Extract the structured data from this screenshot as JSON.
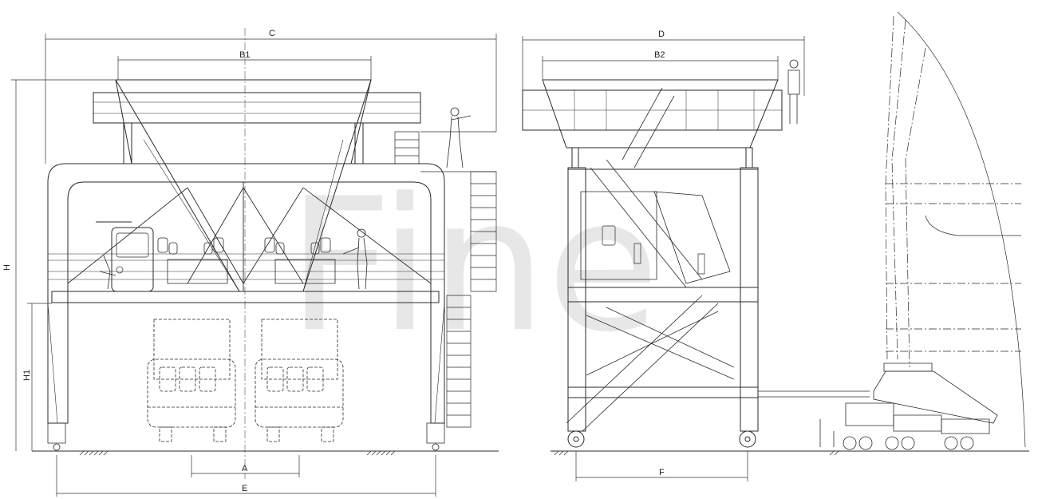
{
  "watermark": "Fine",
  "front_view": {
    "dims": {
      "overall_width": "C",
      "hopper_width": "B1",
      "height": "H",
      "clear_height": "H1",
      "track_a": "A",
      "track_e": "E"
    }
  },
  "side_view": {
    "dims": {
      "overall_depth": "D",
      "hopper_depth": "B2",
      "wheel_base": "F"
    }
  },
  "colors": {
    "line": "#2a2a2a",
    "light": "#555555",
    "watermark": "#d4d4d4"
  }
}
